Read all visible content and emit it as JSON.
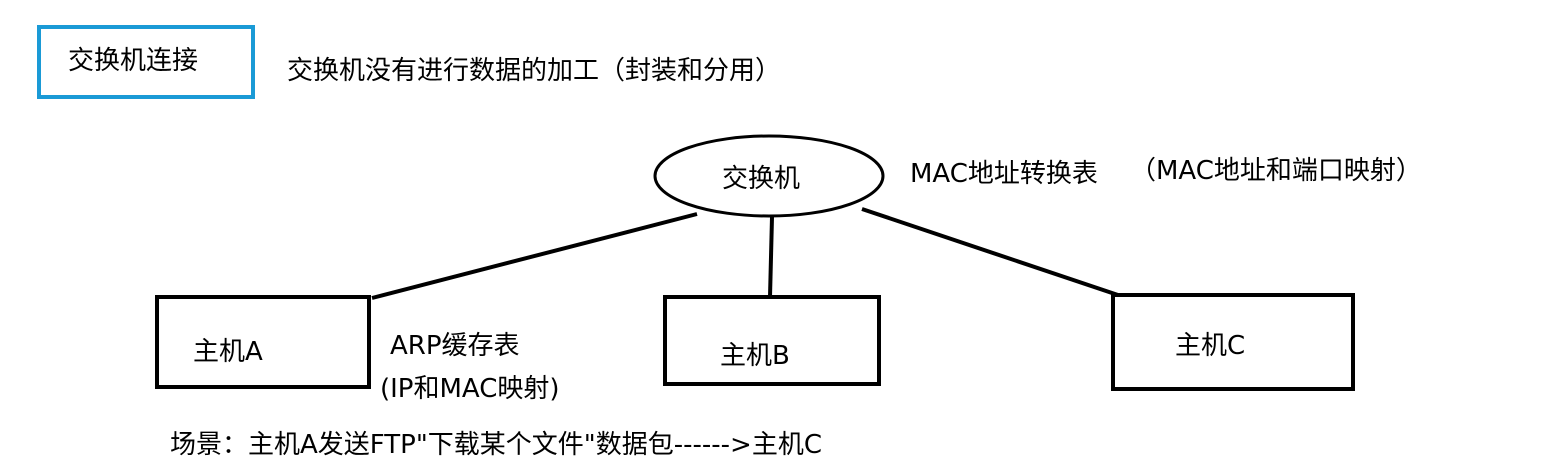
{
  "title": {
    "label": "交换机连接"
  },
  "note": "交换机没有进行数据的加工（封装和分用）",
  "switch": {
    "label": "交换机",
    "table_label": "MAC地址转换表",
    "table_desc": "（MAC地址和端口映射）"
  },
  "hosts": [
    {
      "label": "主机A"
    },
    {
      "label": "主机B"
    },
    {
      "label": "主机C"
    }
  ],
  "arp": {
    "label": "ARP缓存表",
    "desc": "(IP和MAC映射)"
  },
  "scenario": "场景：主机A发送FTP\"下载某个文件\"数据包------>主机C",
  "colors": {
    "title_border": "#1a9ad6",
    "stroke": "#000000"
  }
}
